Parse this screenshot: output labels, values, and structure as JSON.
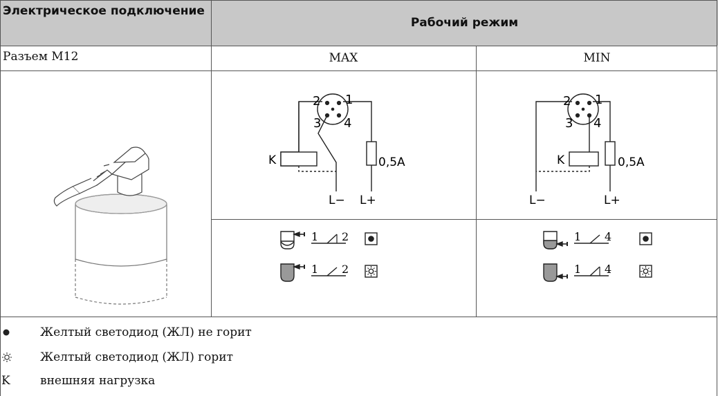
{
  "table": {
    "header_col1": "Электрическое подключение",
    "header_col2": "Рабочий режим",
    "row1_col1": "Разъем M12",
    "row1_max": "MAX",
    "row1_min": "MIN"
  },
  "diagram_max": {
    "pin1": "1",
    "pin2": "2",
    "pin3": "3",
    "pin4": "4",
    "load_label": "K",
    "fuse_label": "0,5A",
    "minus_label": "L−",
    "plus_label": "L+"
  },
  "diagram_min": {
    "pin1": "1",
    "pin2": "2",
    "pin3": "3",
    "pin4": "4",
    "load_label": "K",
    "fuse_label": "0,5A",
    "minus_label": "L−",
    "plus_label": "L+"
  },
  "switch_max": {
    "row1": {
      "a": "1",
      "b": "2"
    },
    "row2": {
      "a": "1",
      "b": "2"
    }
  },
  "switch_min": {
    "row1": {
      "a": "1",
      "b": "4"
    },
    "row2": {
      "a": "1",
      "b": "4"
    }
  },
  "legend": [
    {
      "icon": "led-off-icon",
      "text": "Желтый светодиод (ЖЛ) не горит"
    },
    {
      "icon": "led-on-icon",
      "text": "Желтый светодиод (ЖЛ) горит"
    },
    {
      "icon": "K",
      "text": "внешняя нагрузка"
    }
  ],
  "colors": {
    "header_bg": "#c8c8c8",
    "border": "#555555"
  }
}
